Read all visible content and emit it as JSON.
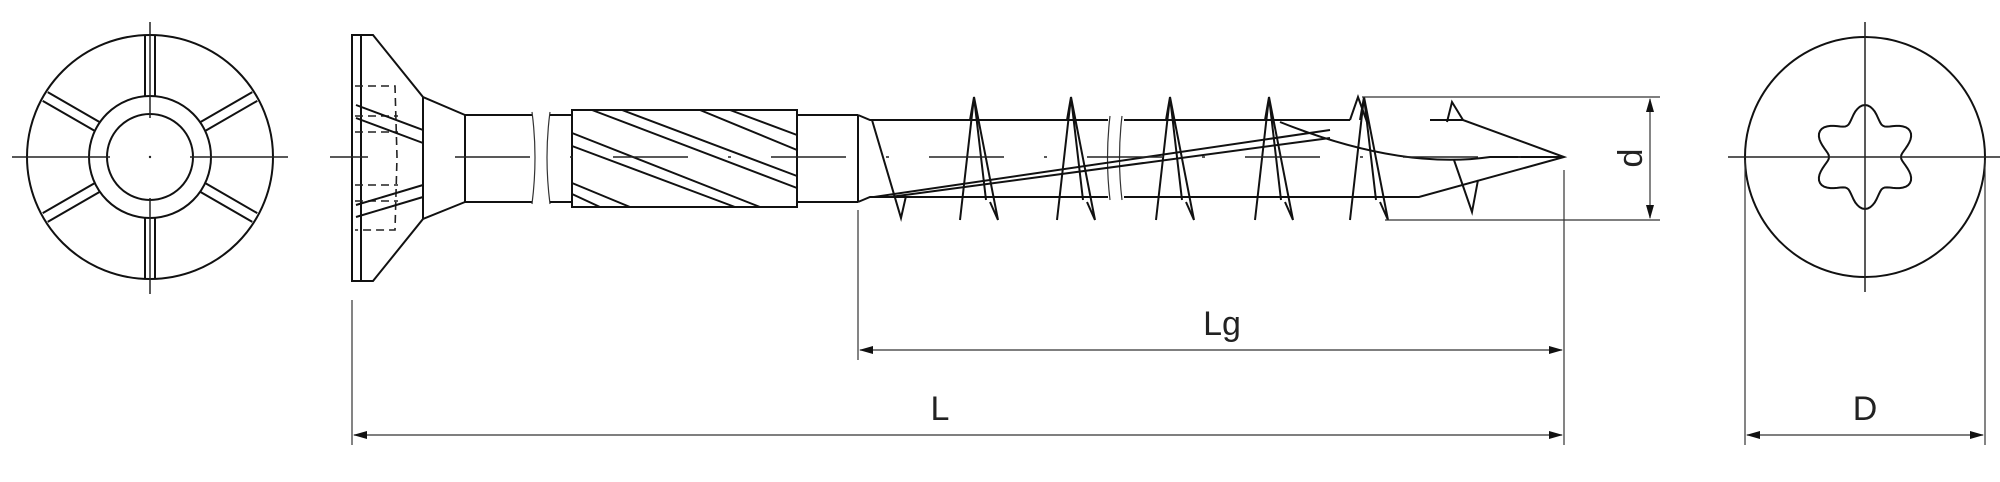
{
  "dimensions": {
    "total_length_label": "L",
    "thread_length_label": "Lg",
    "thread_diameter_label": "d",
    "head_diameter_label": "D"
  },
  "colors": {
    "line": "#111111",
    "background": "#ffffff"
  }
}
